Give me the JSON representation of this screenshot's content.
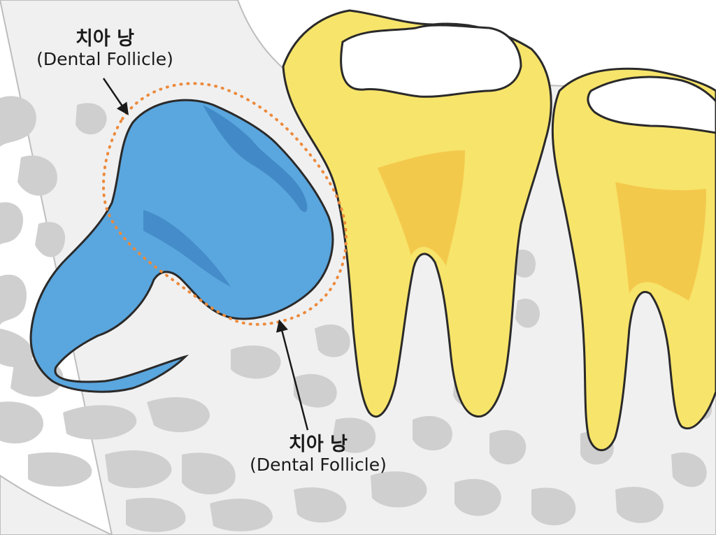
{
  "colors": {
    "background": "#ffffff",
    "bone": "#f0f0f0",
    "bone_trabecula": "#cfcfcf",
    "impacted_tooth": "#5aa6de",
    "impacted_tooth_shade": "#3f86c4",
    "erupted_tooth": "#f7e46a",
    "tooth_pulp": "#f2c447",
    "enamel_cap": "#ffffff",
    "follicle_outline": "#ec8a3c",
    "outline": "#2a2a2a"
  },
  "labels": {
    "top": {
      "korean": "치아 낭",
      "english": "(Dental Follicle)"
    },
    "bottom": {
      "korean": "치아 낭",
      "english": "(Dental Follicle)"
    }
  },
  "icons": [
    "arrow-icon",
    "arrow-icon"
  ]
}
